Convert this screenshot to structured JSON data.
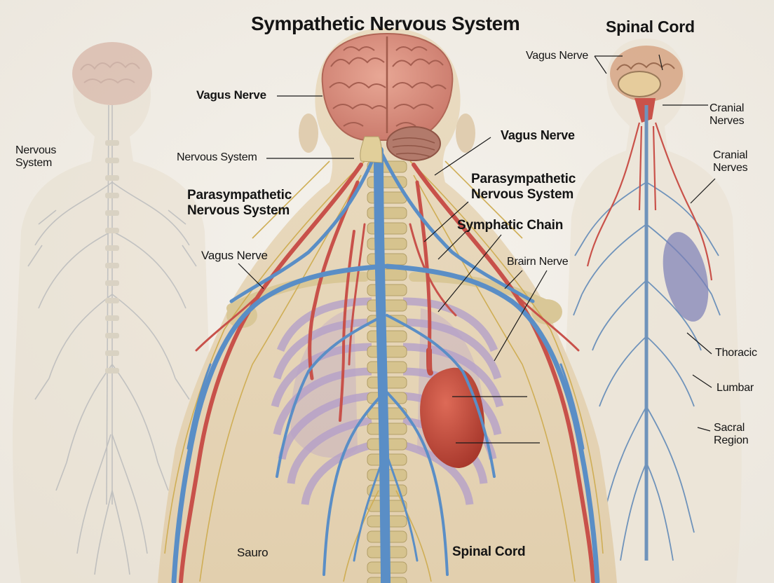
{
  "title": "Sympathetic Nervous System",
  "side_title": "Spinal Cord",
  "labels": {
    "nervous_system_left": [
      "Nervous",
      "System"
    ],
    "vagus_nerve_upper_left": "Vagus Nerve",
    "nervous_system_center": "Nervous System",
    "parasympathetic_left": [
      "Parasympathetic",
      "Nervous System"
    ],
    "vagus_nerve_lower_left": "Vagus Nerve",
    "vagus_nerve_right": "Vagus Nerve",
    "parasympathetic_right": [
      "Parasympathetic",
      "Nervous System"
    ],
    "symphatic_chain": "Symphatic Chain",
    "brain_nerve": "Brairn Nerve",
    "bottom_left": "Sauro",
    "bottom_spinal_cord": "Spinal Cord",
    "side_vagus_nerve": "Vagus Nerve",
    "cranial_nerves_1": [
      "Cranial",
      "Nerves"
    ],
    "cranial_nerves_2": [
      "Cranial",
      "Nerves"
    ],
    "thoracic": "Thoracic",
    "lumbar": "Lumbar",
    "sacral_region": [
      "Sacral",
      "Region"
    ]
  },
  "colors": {
    "background": "#f2efe9",
    "skin": "#e9d9bd",
    "brain": "#d98f7d",
    "sympathetic_red": "#c9524a",
    "parasympathetic_blue": "#5b8fc4",
    "bone": "#d9c797",
    "heart": "#c5503d",
    "ribs_purple": "#b7a1c6",
    "nerve_yellow": "#d6b25a"
  }
}
